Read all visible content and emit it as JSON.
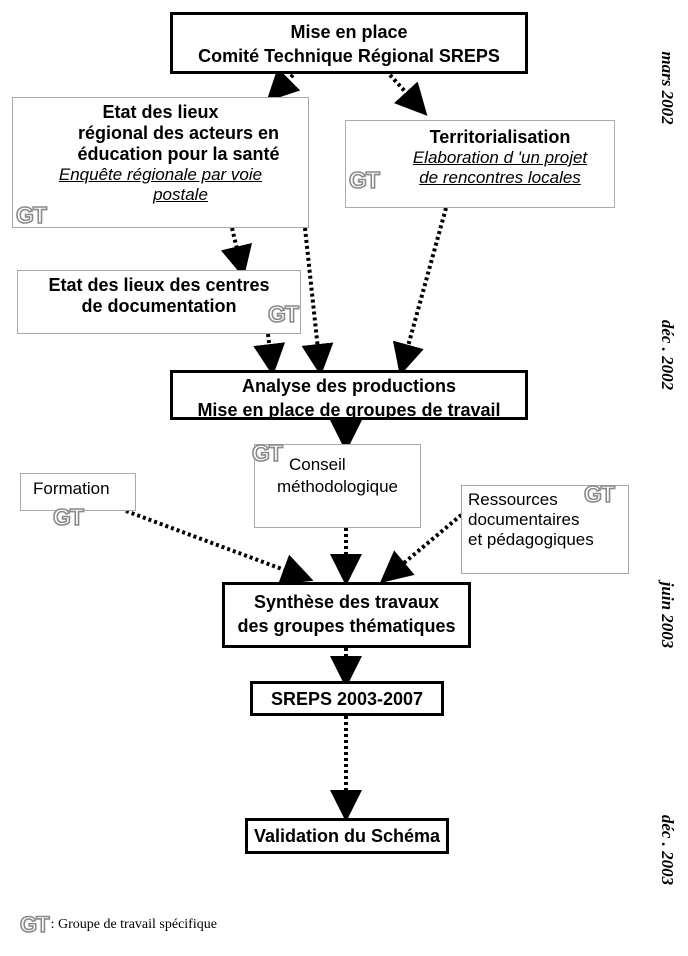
{
  "nodes": {
    "mise_en_place": [
      "Mise en place",
      "Comité Technique Régional SREPS"
    ],
    "etat_lieux_regional": {
      "bold": [
        "Etat des lieux",
        "régional des acteurs en",
        "éducation pour la santé"
      ],
      "underlined": [
        "Enquête régionale par voie",
        "postale"
      ]
    },
    "territorialisation": {
      "bold": "Territorialisation",
      "underlined": [
        "Elaboration  d 'un projet",
        "de rencontres locales"
      ]
    },
    "centres_documentation": [
      "Etat des lieux des centres",
      "de documentation"
    ],
    "analyse": [
      "Analyse des productions",
      "Mise en place de groupes de travail"
    ],
    "formation": "Formation",
    "conseil": [
      "Conseil",
      "méthodologique"
    ],
    "ressources": [
      "Ressources",
      "documentaires",
      "et pédagogiques"
    ],
    "synthese": [
      "Synthèse des travaux",
      "des groupes thématiques"
    ],
    "sreps": "SREPS 2003-2007",
    "validation": "Validation du Schéma"
  },
  "gt_label": "GT",
  "dates": [
    "mars 2002",
    "déc . 2002",
    "juin 2003",
    "déc . 2003"
  ],
  "legend": ": Groupe de travail  spécifique"
}
